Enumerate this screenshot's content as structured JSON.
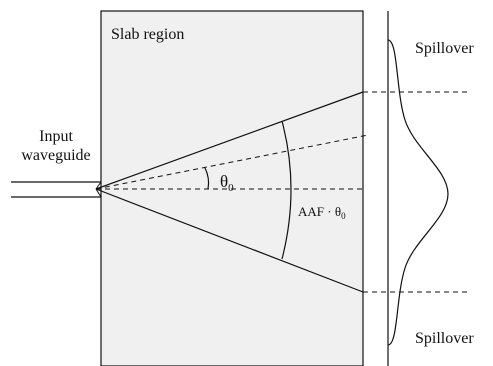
{
  "diagram": {
    "slab_label": "Slab region",
    "input_label_line1": "Input",
    "input_label_line2": "waveguide",
    "theta_label": "θ",
    "theta_subscript": "0",
    "aaf_label": "AAF · θ",
    "aaf_subscript": "0",
    "spillover_top": "Spillover",
    "spillover_bottom": "Spillover"
  },
  "colors": {
    "slab_fill": "#f0f0f0",
    "stroke": "#111111",
    "background": "#ffffff"
  }
}
